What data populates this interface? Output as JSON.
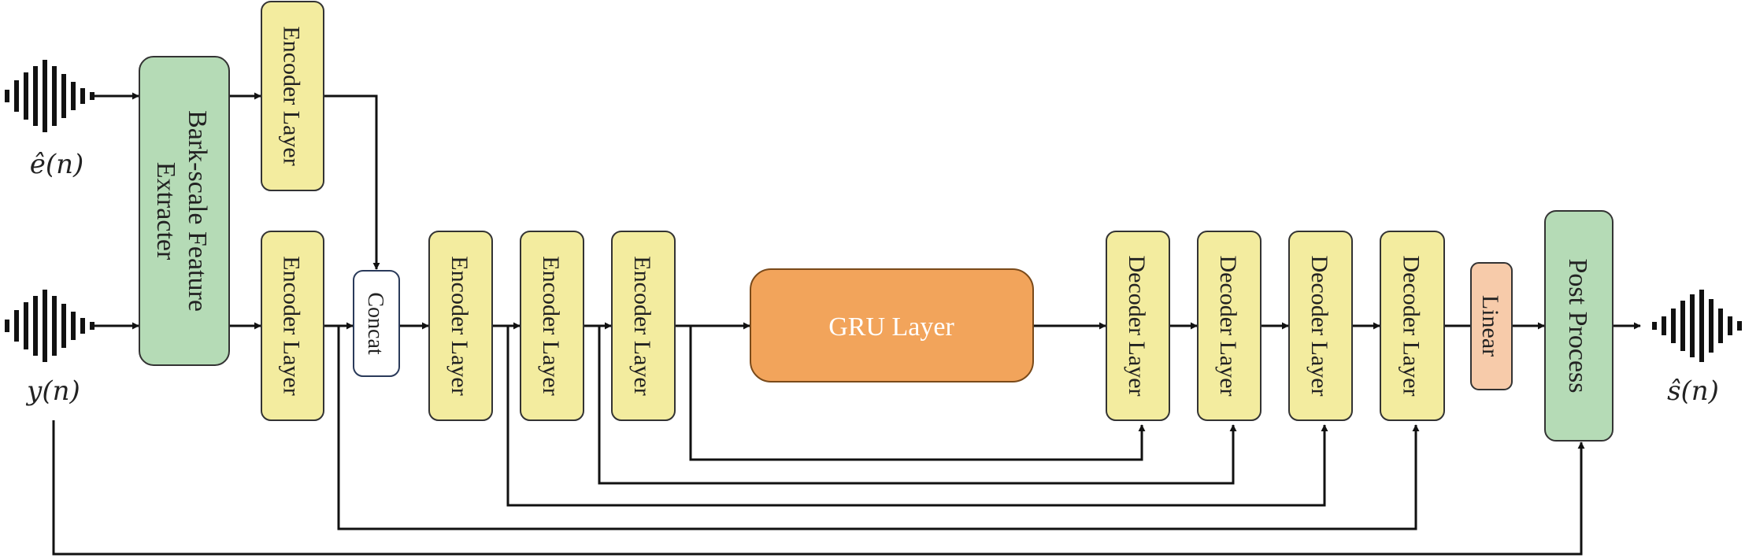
{
  "signals": {
    "input_echo": "ê(n)",
    "input_mic": "y(n)",
    "output": "ŝ(n)"
  },
  "blocks": {
    "feature_extractor": [
      "Bark-scale Feature",
      "Extracter"
    ],
    "encoder_label": "Encoder Layer",
    "concat_label": "Concat",
    "gru_label": "GRU Layer",
    "decoder_label": "Decoder Layer",
    "linear_label": "Linear",
    "post_process_label": "Post Process"
  },
  "colors": {
    "feature_fill": "#b5dbb6",
    "encoder_fill": "#f3ec9f",
    "decoder_fill": "#f3ec9f",
    "gru_fill": "#f2a45b",
    "linear_fill": "#f7cbaa",
    "post_fill": "#b5dbb6",
    "concat_fill": "#ffffff",
    "line": "#111111"
  },
  "icons": [
    "waveform-icon",
    "waveform-icon",
    "waveform-icon"
  ]
}
